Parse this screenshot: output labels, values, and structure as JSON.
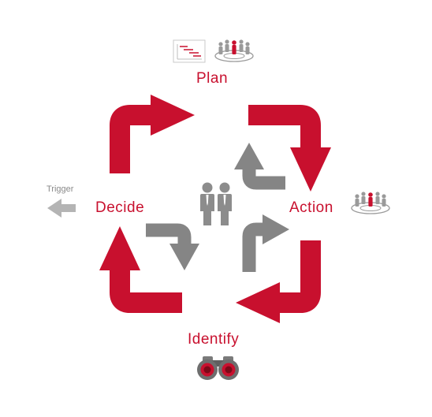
{
  "labels": {
    "plan": "Plan",
    "action": "Action",
    "identify": "Identify",
    "decide": "Decide",
    "trigger": "Trigger"
  },
  "icons": {
    "plan": [
      "gantt-chart-icon",
      "team-meeting-icon"
    ],
    "action": "team-meeting-icon",
    "identify": "binoculars-icon",
    "center": "two-people-icon",
    "trigger": "left-arrow-icon"
  },
  "colors": {
    "accent": "#c8102e",
    "inner_arrow": "#858585",
    "text_gray": "#8a8a8a"
  }
}
